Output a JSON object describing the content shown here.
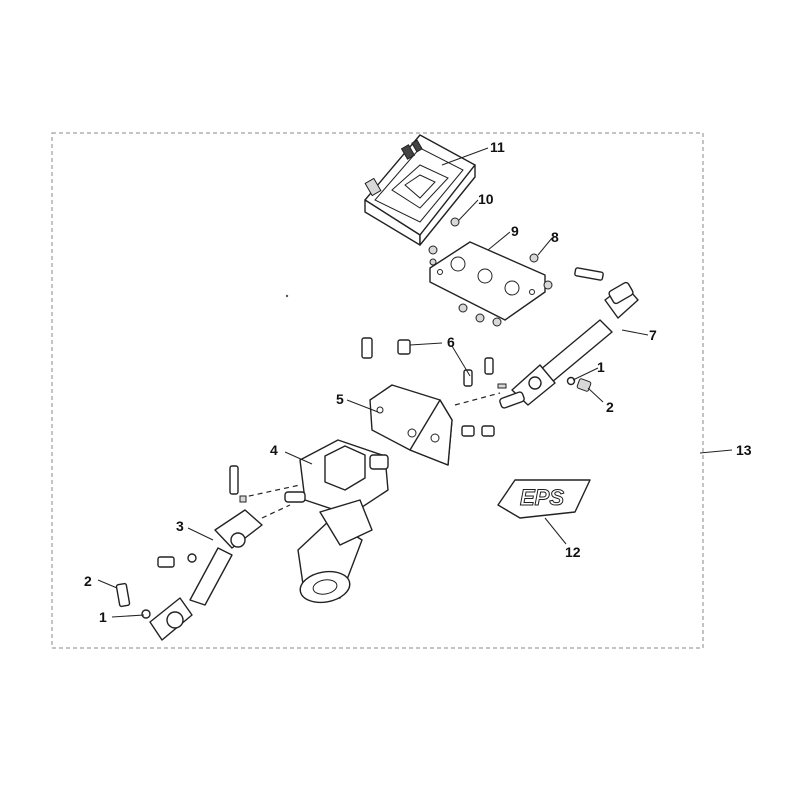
{
  "diagram": {
    "callouts": {
      "c1_upper": "1",
      "c2_upper": "2",
      "c1_lower": "1",
      "c2_lower": "2",
      "c3": "3",
      "c4": "4",
      "c5": "5",
      "c6": "6",
      "c7": "7",
      "c8": "8",
      "c9": "9",
      "c10": "10",
      "c11": "11",
      "c12": "12",
      "c13": "13"
    },
    "decal_text": "EPS"
  }
}
